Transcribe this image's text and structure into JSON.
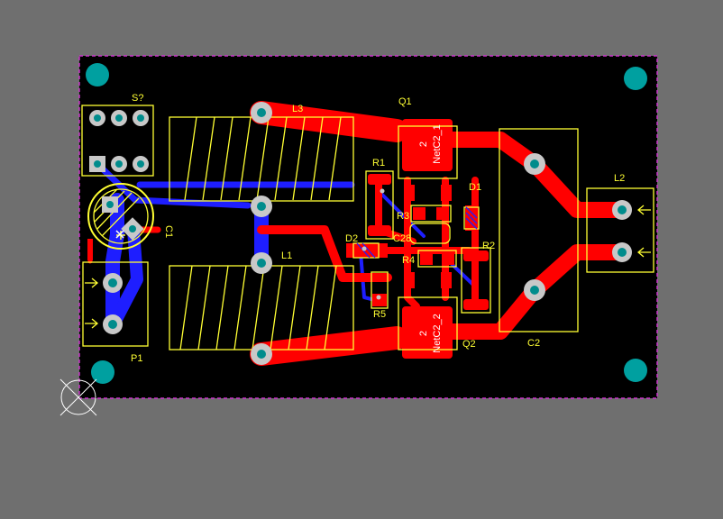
{
  "colors": {
    "workspace": "#6f6f6f",
    "board": "#000000",
    "board_outline": "#cc33cc",
    "top_copper": "#ff0000",
    "bottom_copper": "#1e1eff",
    "silkscreen": "#ffff33",
    "pad": "#c8c8c8",
    "drill": "#008c8c",
    "mounting_hole": "#00a0a0"
  },
  "designators": {
    "s": "S?",
    "l3": "L3",
    "l1": "L1",
    "l2": "L2",
    "q1": "Q1",
    "q2": "Q2",
    "r1": "R1",
    "r2": "R2",
    "r3": "R3",
    "r4": "R4",
    "r5": "R5",
    "d1": "D1",
    "d2": "D2",
    "c1": "C1",
    "c2": "C2",
    "c28": "C28",
    "p1": "P1"
  },
  "nets": {
    "q1_pad": "2",
    "q1_net": "NetC2_1",
    "q2_pad": "2",
    "q2_net": "NetC2_2"
  },
  "icons": {
    "origin": "origin-marker-icon",
    "arrow": "pin-arrow-icon"
  }
}
